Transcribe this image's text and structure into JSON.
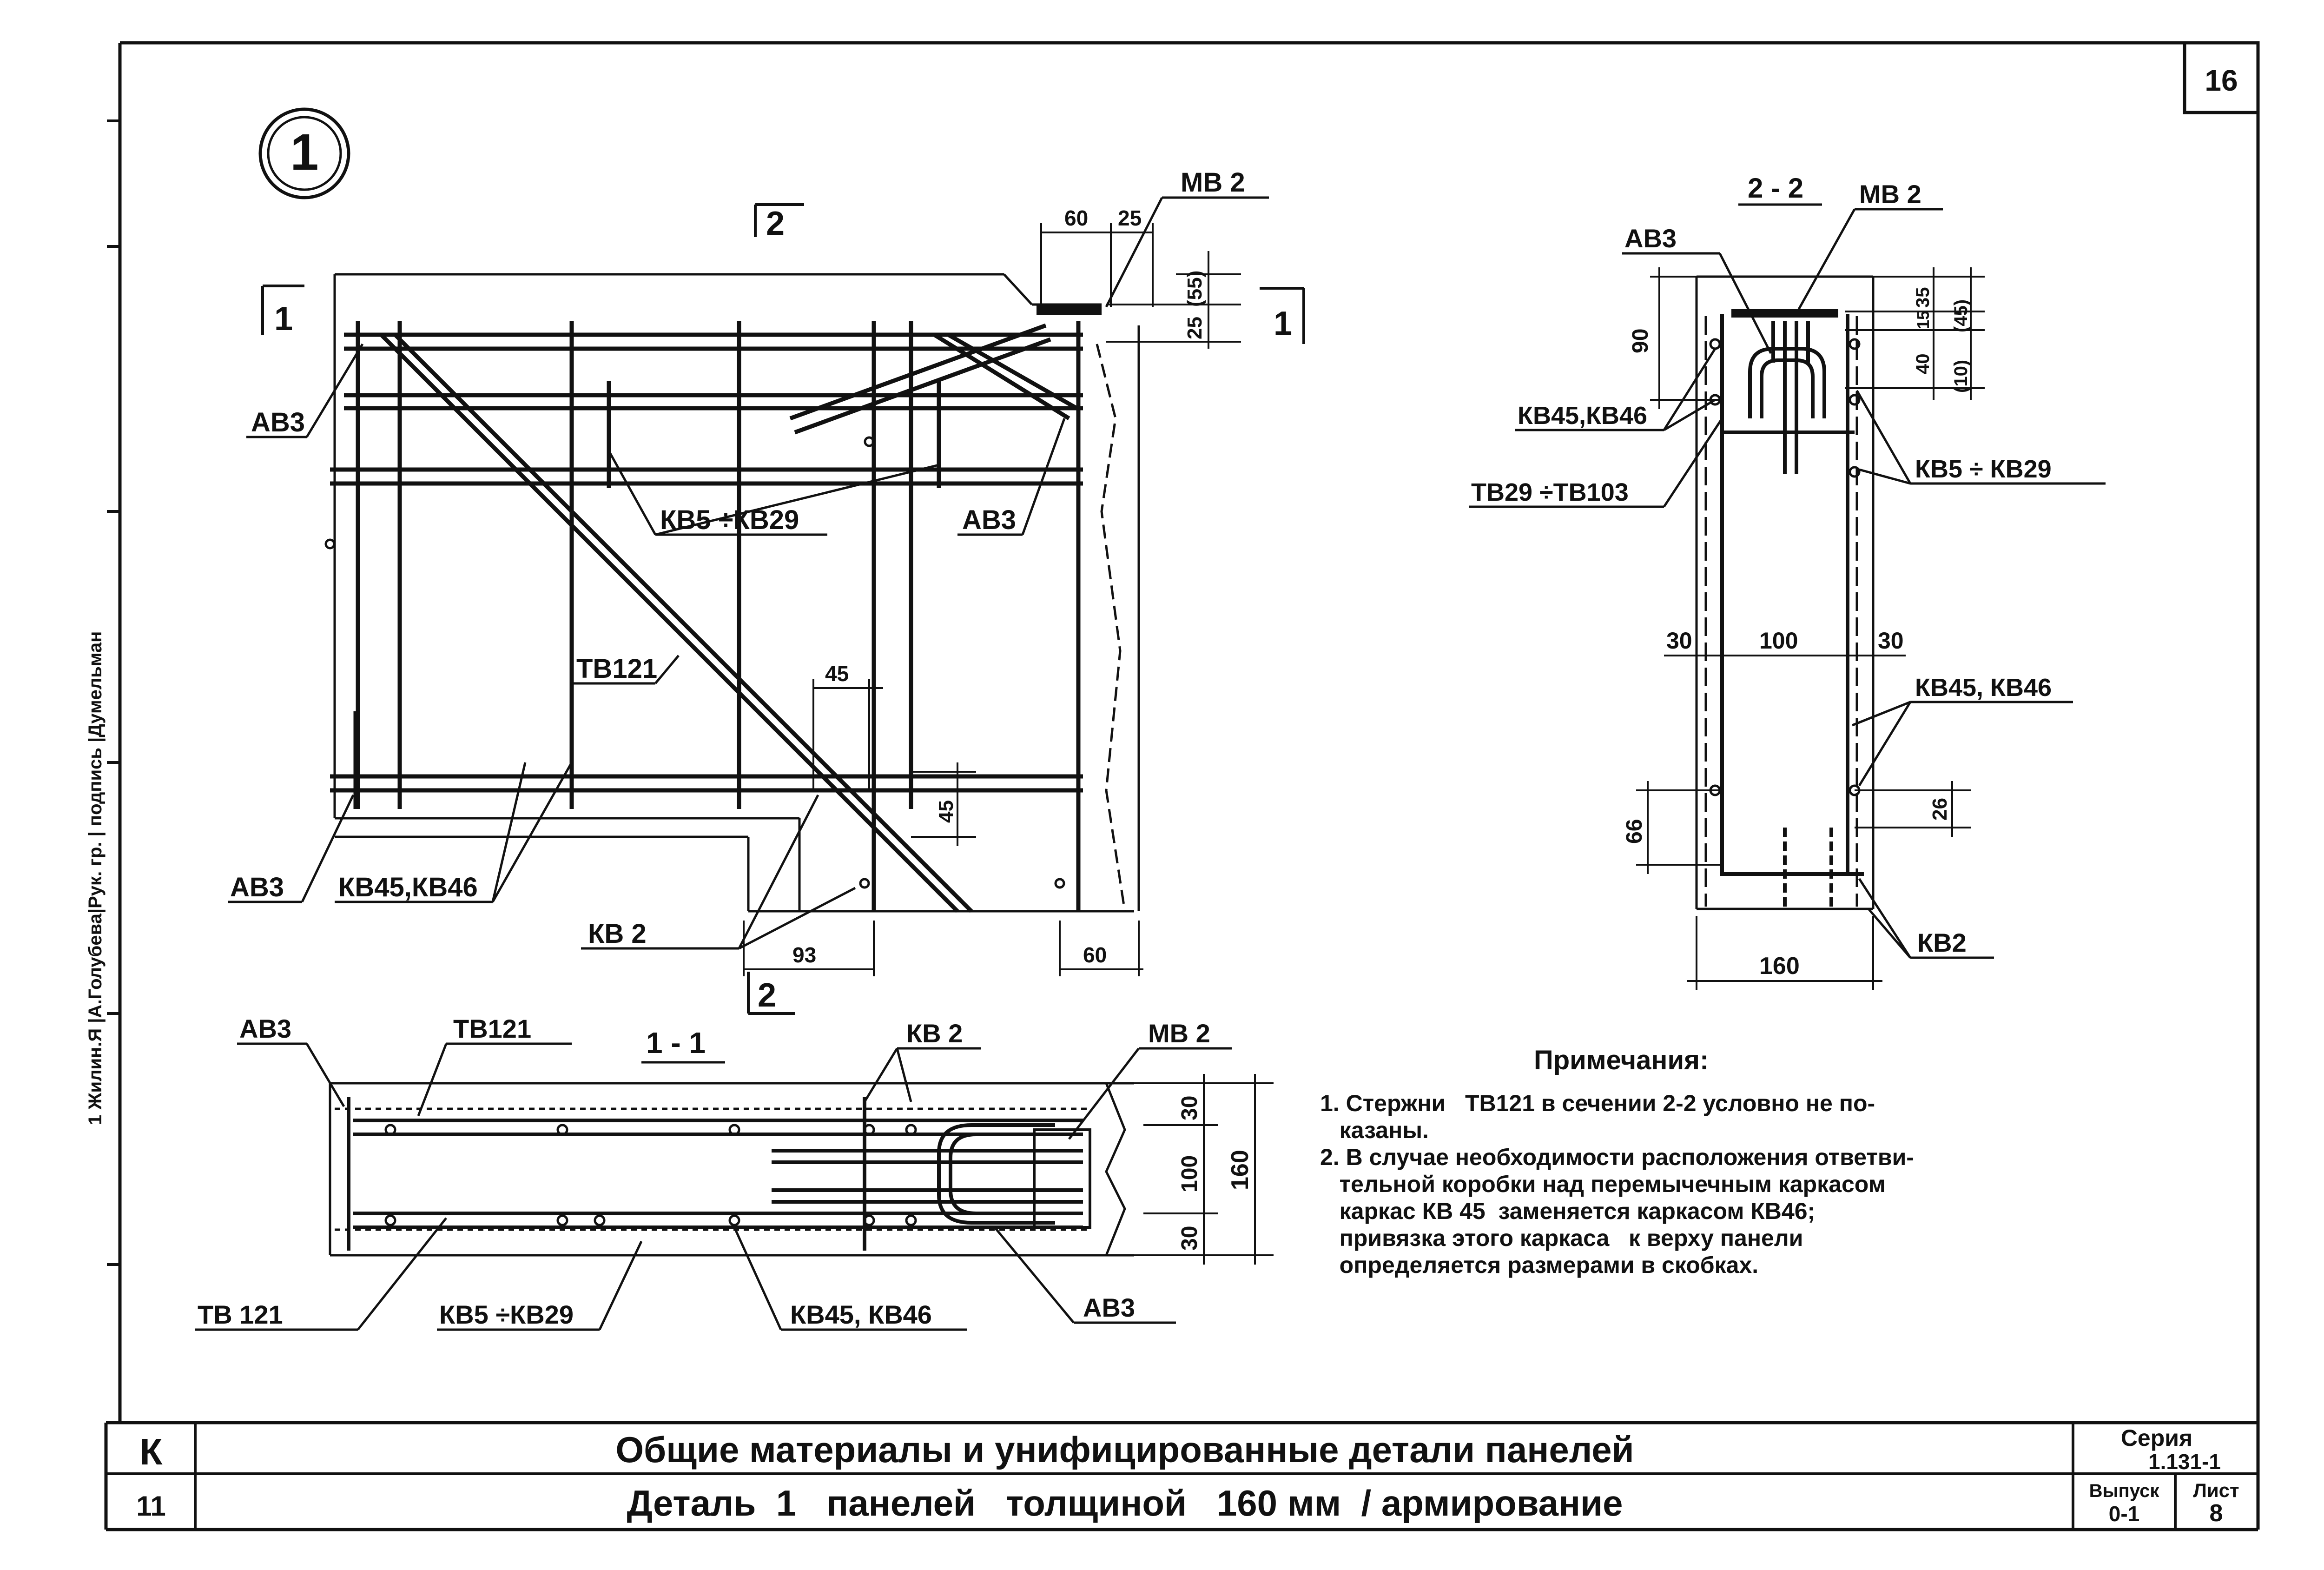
{
  "page_number": "16",
  "detail_marker": "1",
  "main_view": {
    "cut_mark_2_top": "2",
    "cut_mark_2_bottom": "2",
    "cut_mark_1_left": "1",
    "cut_mark_1_right": "1",
    "labels": {
      "mv2": "МВ 2",
      "av3_left": "АВ3",
      "av3_right": "АВ3",
      "av3_bottom": "АВ3",
      "kv5_kv29": "КВ5 ÷КВ29",
      "tv121": "ТВ121",
      "kv45_kv46": "КВ45,КВ46",
      "kv2": "КВ 2"
    },
    "dims": {
      "d60_top": "60",
      "d25_top": "25",
      "d55": "(55)",
      "d25_side": "25",
      "d45_h": "45",
      "d45_v": "45",
      "d93": "93",
      "d60_bottom": "60"
    }
  },
  "section_1_1": {
    "title": "1 - 1",
    "labels": {
      "av3_top": "АВ3",
      "tv121_top": "ТВ121",
      "kv2": "КВ 2",
      "mv2": "МВ 2",
      "tv121_bottom": "ТВ 121",
      "kv5_kv29": "КВ5 ÷КВ29",
      "kv45_kv46": "КВ45, КВ46",
      "av3_bottom": "АВ3"
    },
    "dims": {
      "d30_top": "30",
      "d100": "100",
      "d30_bottom": "30",
      "d160": "160"
    }
  },
  "section_2_2": {
    "title": "2 - 2",
    "labels": {
      "mv2": "МВ 2",
      "av3": "АВ3",
      "kv45_kv46_top": "КВ45,КВ46",
      "tv29_tv103": "ТВ29 ÷ТВ103",
      "kv5_kv29": "КВ5 ÷ КВ29",
      "kv45_kv46_mid": "КВ45, КВ46",
      "kv2": "КВ2"
    },
    "dims": {
      "d90": "90",
      "d35": "35",
      "d15": "15",
      "d40": "40",
      "d10": "(10)",
      "d45": "(45)",
      "d30_left": "30",
      "d100": "100",
      "d30_right": "30",
      "d66": "66",
      "d26": "26",
      "d160": "160"
    }
  },
  "notes": {
    "heading": "Примечания:",
    "items": [
      "1. Стержни   ТВ121 в сечении 2-2 условно не по-",
      "   казаны.",
      "2. В случае необходимости расположения ответви-",
      "   тельной коробки над перемычечным каркасом",
      "   каркас КВ 45  заменяется каркасом КВ46;",
      "   привязка этого каркаса   к верху панели",
      "   определяется размерами в скобках."
    ]
  },
  "side_stamp": "1 Жилин.Я  |А.Голубева|Рук. гр.  |  подпись  |Думельман",
  "title_block": {
    "code_letter": "К",
    "sheet_mark": "11",
    "title_line_1": "Общие материалы и унифицированные детали панелей",
    "title_line_2": "Деталь  1   панелей   толщиной   160 мм  / армирование",
    "series_label": "Серия",
    "series_value": "1.131-1",
    "issue_label": "Выпуск",
    "issue_value": "0-1",
    "sheet_label": "Лист",
    "sheet_value": "8"
  }
}
